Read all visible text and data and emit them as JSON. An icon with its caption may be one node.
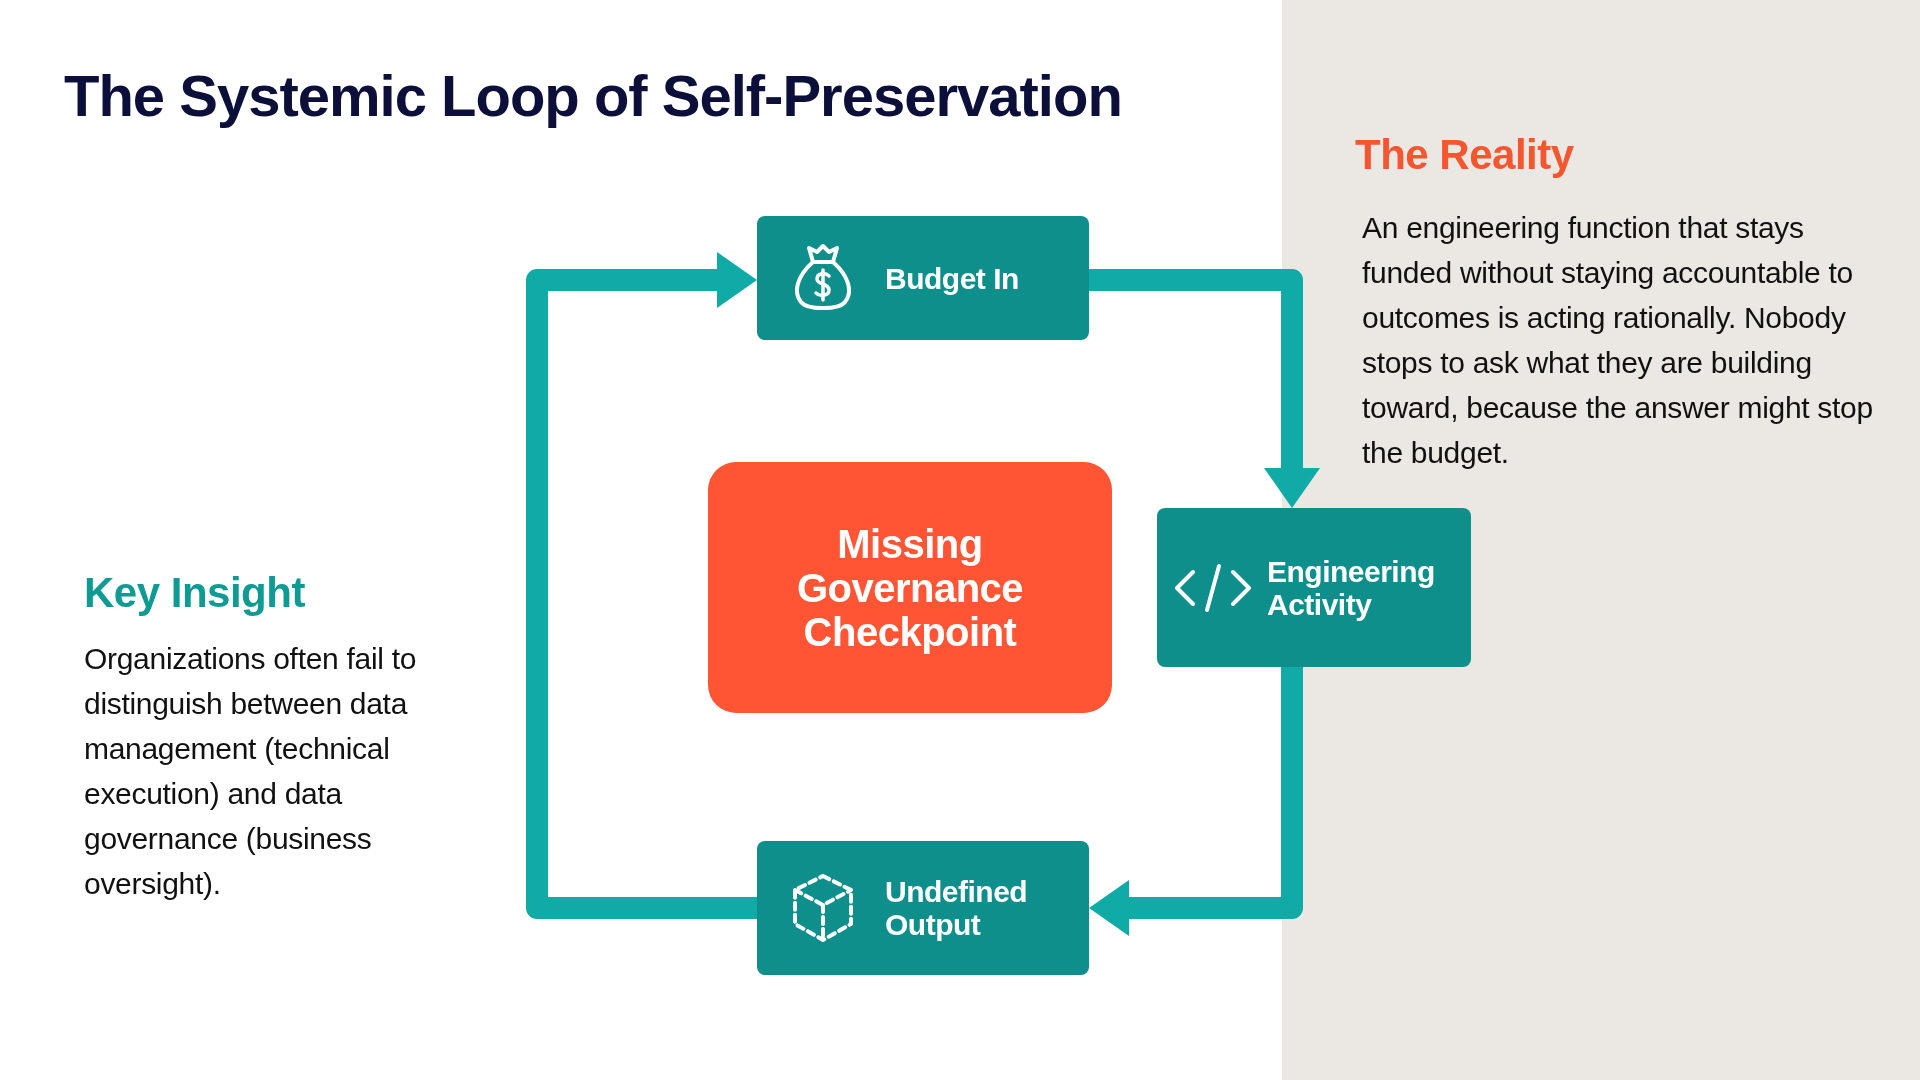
{
  "diagram": {
    "title": "The Systemic Loop of Self-Preservation",
    "nodes": [
      {
        "text": [
          "Budget In"
        ]
      },
      {
        "text": [
          "Engineering Activity"
        ]
      },
      {
        "text": [
          "Undefined Output"
        ]
      },
      {
        "text": [
          "Missing Governance Checkpoint"
        ]
      }
    ],
    "edges": [
      {
        "from": 0,
        "to": 1,
        "arrow": "to"
      },
      {
        "from": 1,
        "to": 2,
        "arrow": "to"
      },
      {
        "from": 2,
        "to": 0,
        "arrow": "to"
      }
    ],
    "labels": [
      "The Reality",
      "An engineering function that stays funded without staying accountable to outcomes is acting rationally. Nobody stops to ask what they are building toward, because the answer might stop the budget.",
      "Key Insight",
      "Organizations often fail to distinguish between data management (technical execution) and data governance (business oversight)."
    ]
  }
}
